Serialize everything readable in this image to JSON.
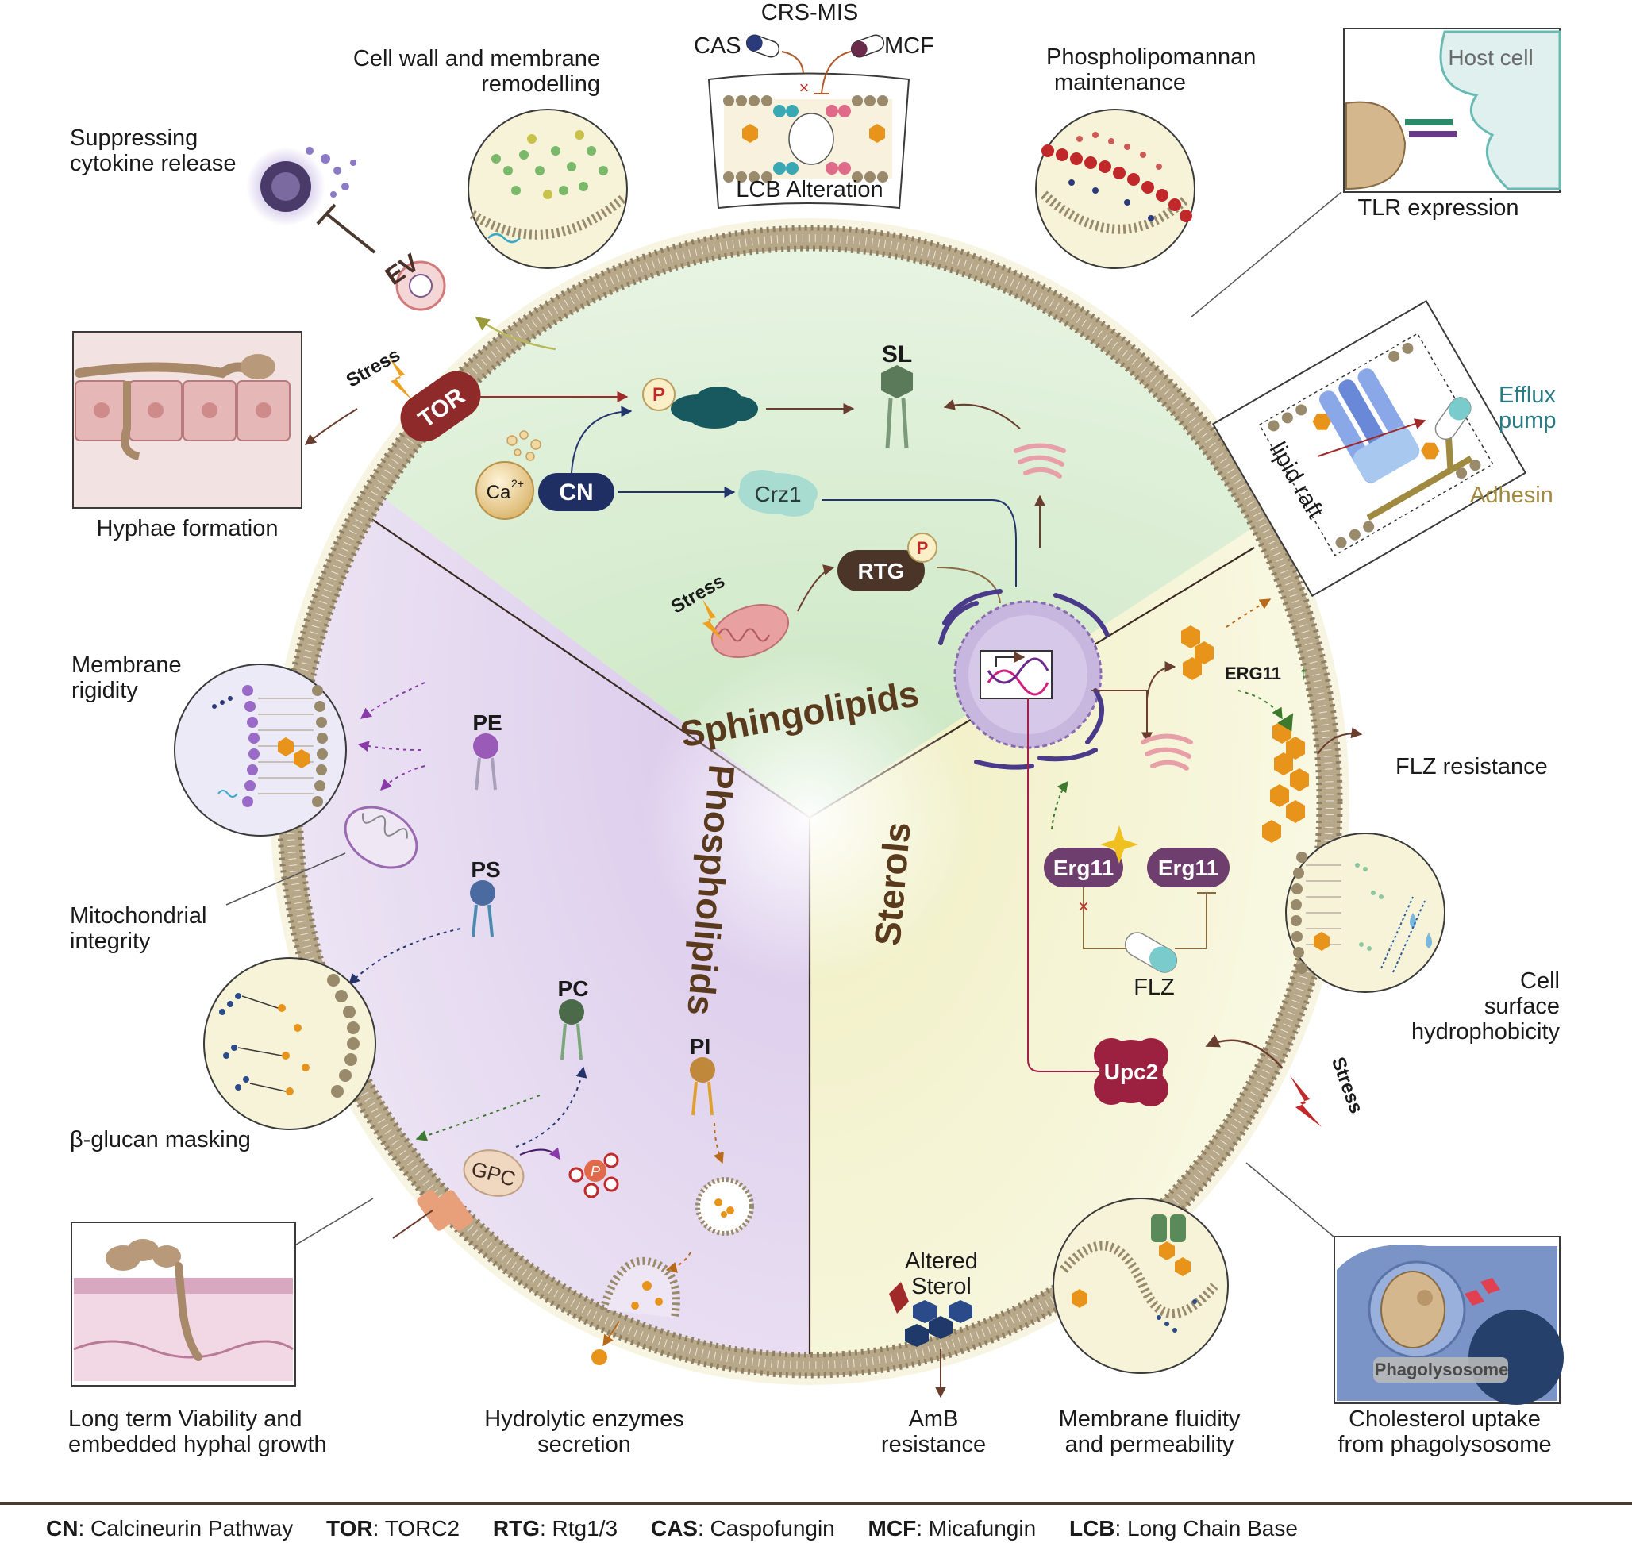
{
  "labels": {
    "crs_mis": "CRS-MIS",
    "cas": "CAS",
    "mcf": "MCF",
    "lcb_alteration": "LCB Alteration",
    "cell_wall_remodelling_l1": "Cell wall and membrane",
    "cell_wall_remodelling_l2": "remodelling",
    "phospholipomannan_l1": "Phospholipomannan",
    "phospholipomannan_l2": "maintenance",
    "host_cell": "Host cell",
    "tlr_expression": "TLR expression",
    "suppressing_l1": "Suppressing",
    "suppressing_l2": "cytokine release",
    "ev": "EV",
    "hyphae_formation": "Hyphae formation",
    "efflux_l1": "Efflux",
    "efflux_l2": "pump",
    "adhesin": "Adhesin",
    "lipid_raft": "lipid raft",
    "erg11_up": "ERG11",
    "flz_resistance": "FLZ resistance",
    "membrane_rigidity_l1": "Membrane",
    "membrane_rigidity_l2": "rigidity",
    "mito_integrity_l1": "Mitochondrial",
    "mito_integrity_l2": "integrity",
    "beta_glucan": "β-glucan masking",
    "cell_surface_l1": "Cell",
    "cell_surface_l2": "surface",
    "cell_surface_l3": "hydrophobicity",
    "long_term_l1": "Long term Viability and",
    "long_term_l2": "embedded hyphal growth",
    "hydrolytic_l1": "Hydrolytic enzymes",
    "hydrolytic_l2": "secretion",
    "amb_l1": "AmB",
    "amb_l2": "resistance",
    "membrane_fluidity_l1": "Membrane fluidity",
    "membrane_fluidity_l2": "and permeability",
    "cholesterol_l1": "Cholesterol uptake",
    "cholesterol_l2": "from phagolysosome",
    "phagolysosome": "Phagolysosome",
    "altered_sterol_l1": "Altered",
    "altered_sterol_l2": "Sterol",
    "flz": "FLZ",
    "stress": "Stress",
    "tor": "TOR",
    "cn": "CN",
    "ca": "Ca",
    "ca_sup": "2+",
    "crz1": "Crz1",
    "rtg": "RTG",
    "p": "P",
    "sl": "SL",
    "pe": "PE",
    "ps": "PS",
    "pc": "PC",
    "pi": "PI",
    "gpc": "GPC",
    "erg11": "Erg11",
    "upc2": "Upc2",
    "sphingolipids": "Sphingolipids",
    "phospholipids": "Phospholipids",
    "sterols": "Sterols"
  },
  "legend": [
    {
      "abbr": "CN",
      "text": ": Calcineurin Pathway"
    },
    {
      "abbr": "TOR",
      "text": ": TORC2"
    },
    {
      "abbr": "RTG",
      "text": ": Rtg1/3"
    },
    {
      "abbr": "CAS",
      "text": ": Caspofungin"
    },
    {
      "abbr": "MCF",
      "text": ": Micafungin"
    },
    {
      "abbr": "LCB",
      "text": ": Long Chain Base"
    }
  ],
  "colors": {
    "membrane": "#9a8a6c",
    "tor": "#8e2a2a",
    "cn": "#1f2e63",
    "rtg": "#4a3528",
    "upc2": "#9c2040",
    "erg11": "#6e3e6e",
    "sphingo_sector": "#e4f1df",
    "phospho_sector": "#e8def0",
    "sterol_sector": "#f5f4d8",
    "title_brown": "#5a3a1c",
    "ergosterol": "#e8941a"
  }
}
